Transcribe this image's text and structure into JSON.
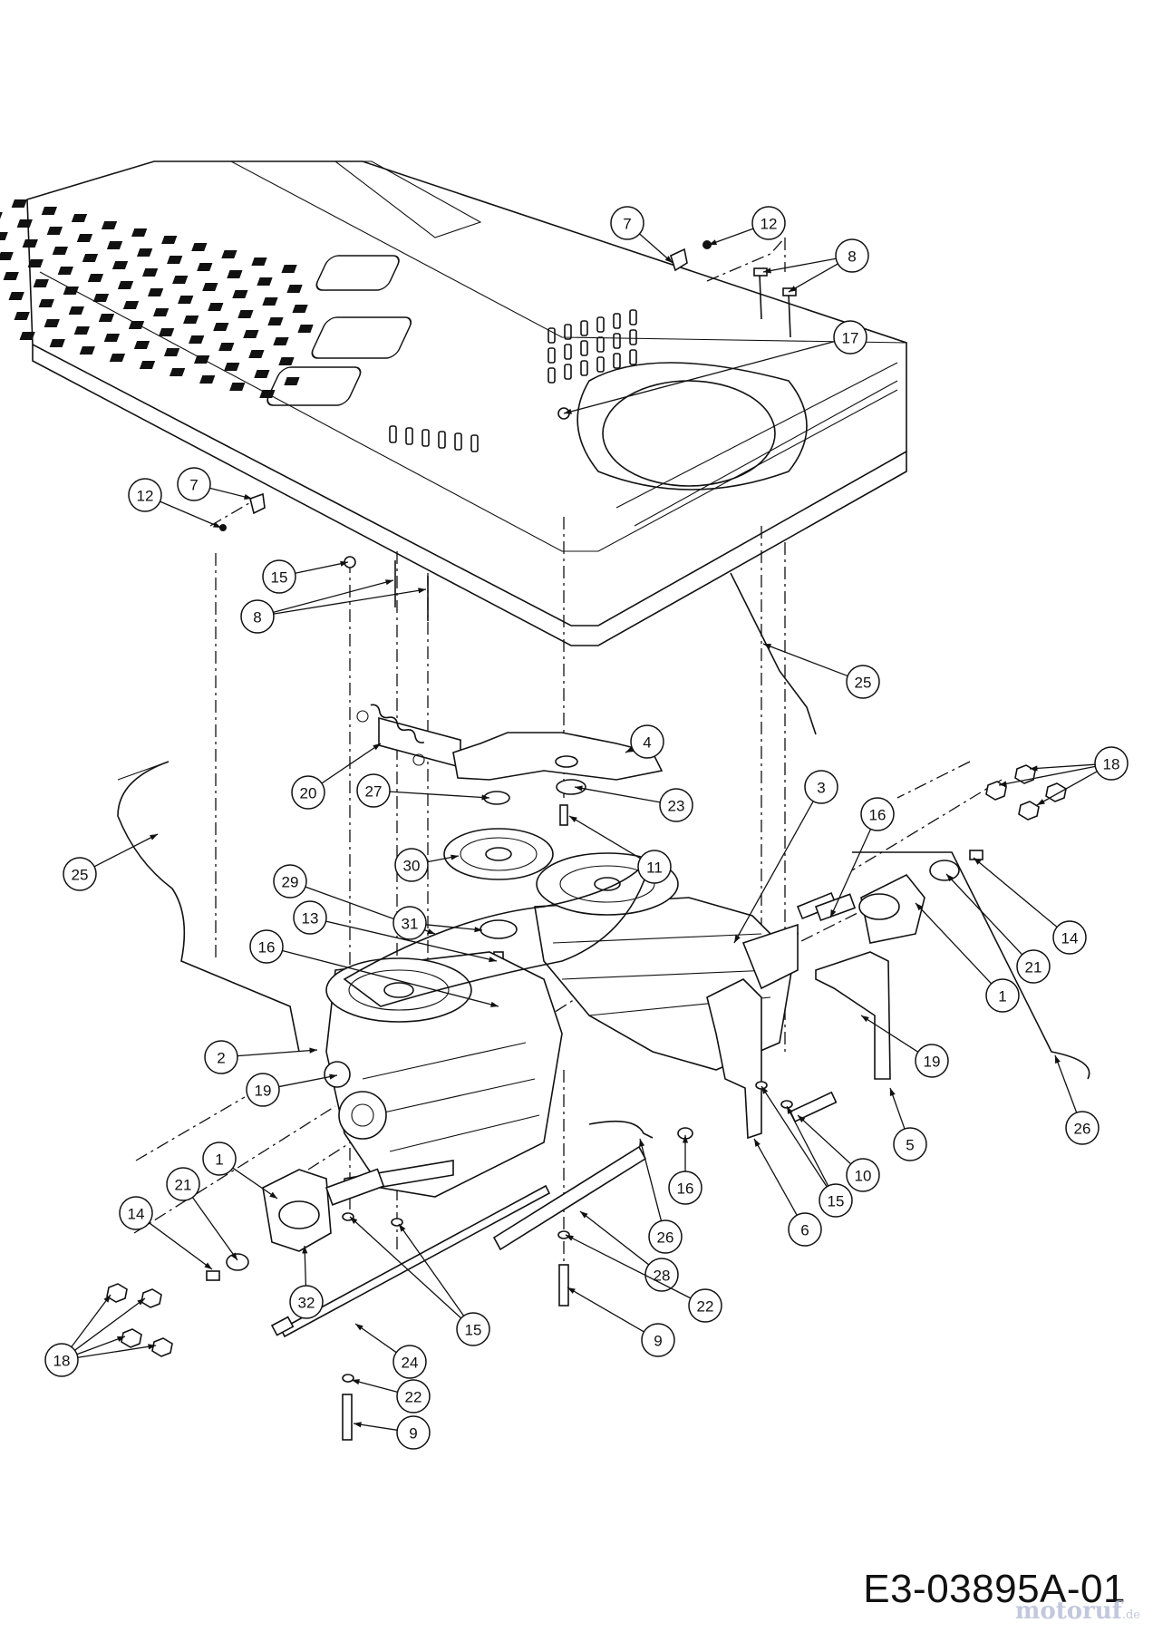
{
  "diagram": {
    "drawing_code": "E3-03895A-01",
    "watermark": {
      "main": "motoruf",
      "suffix": ".de"
    },
    "callouts": [
      {
        "id": "c7a",
        "label": "7"
      },
      {
        "id": "c12a",
        "label": "12"
      },
      {
        "id": "c8a",
        "label": "8"
      },
      {
        "id": "c17",
        "label": "17"
      },
      {
        "id": "c12b",
        "label": "12"
      },
      {
        "id": "c7b",
        "label": "7"
      },
      {
        "id": "c15a",
        "label": "15"
      },
      {
        "id": "c8b",
        "label": "8"
      },
      {
        "id": "c25a",
        "label": "25"
      },
      {
        "id": "c4",
        "label": "4"
      },
      {
        "id": "c20",
        "label": "20"
      },
      {
        "id": "c27",
        "label": "27"
      },
      {
        "id": "c23",
        "label": "23"
      },
      {
        "id": "c11",
        "label": "11"
      },
      {
        "id": "c3",
        "label": "3"
      },
      {
        "id": "c16a",
        "label": "16"
      },
      {
        "id": "c18a",
        "label": "18"
      },
      {
        "id": "c30",
        "label": "30"
      },
      {
        "id": "c25b",
        "label": "25"
      },
      {
        "id": "c29",
        "label": "29"
      },
      {
        "id": "c31",
        "label": "31"
      },
      {
        "id": "c13",
        "label": "13"
      },
      {
        "id": "c16b",
        "label": "16"
      },
      {
        "id": "c14a",
        "label": "14"
      },
      {
        "id": "c21a",
        "label": "21"
      },
      {
        "id": "c1a",
        "label": "1"
      },
      {
        "id": "c19a",
        "label": "19"
      },
      {
        "id": "c2",
        "label": "2"
      },
      {
        "id": "c19b",
        "label": "19"
      },
      {
        "id": "c26a",
        "label": "26"
      },
      {
        "id": "c5",
        "label": "5"
      },
      {
        "id": "c10",
        "label": "10"
      },
      {
        "id": "c15b",
        "label": "15"
      },
      {
        "id": "c16c",
        "label": "16"
      },
      {
        "id": "c6",
        "label": "6"
      },
      {
        "id": "c1b",
        "label": "1"
      },
      {
        "id": "c21b",
        "label": "21"
      },
      {
        "id": "c14b",
        "label": "14"
      },
      {
        "id": "c26b",
        "label": "26"
      },
      {
        "id": "c28",
        "label": "28"
      },
      {
        "id": "c22a",
        "label": "22"
      },
      {
        "id": "c32",
        "label": "32"
      },
      {
        "id": "c15c",
        "label": "15"
      },
      {
        "id": "c9a",
        "label": "9"
      },
      {
        "id": "c18b",
        "label": "18"
      },
      {
        "id": "c24",
        "label": "24"
      },
      {
        "id": "c22b",
        "label": "22"
      },
      {
        "id": "c9b",
        "label": "9"
      }
    ]
  }
}
